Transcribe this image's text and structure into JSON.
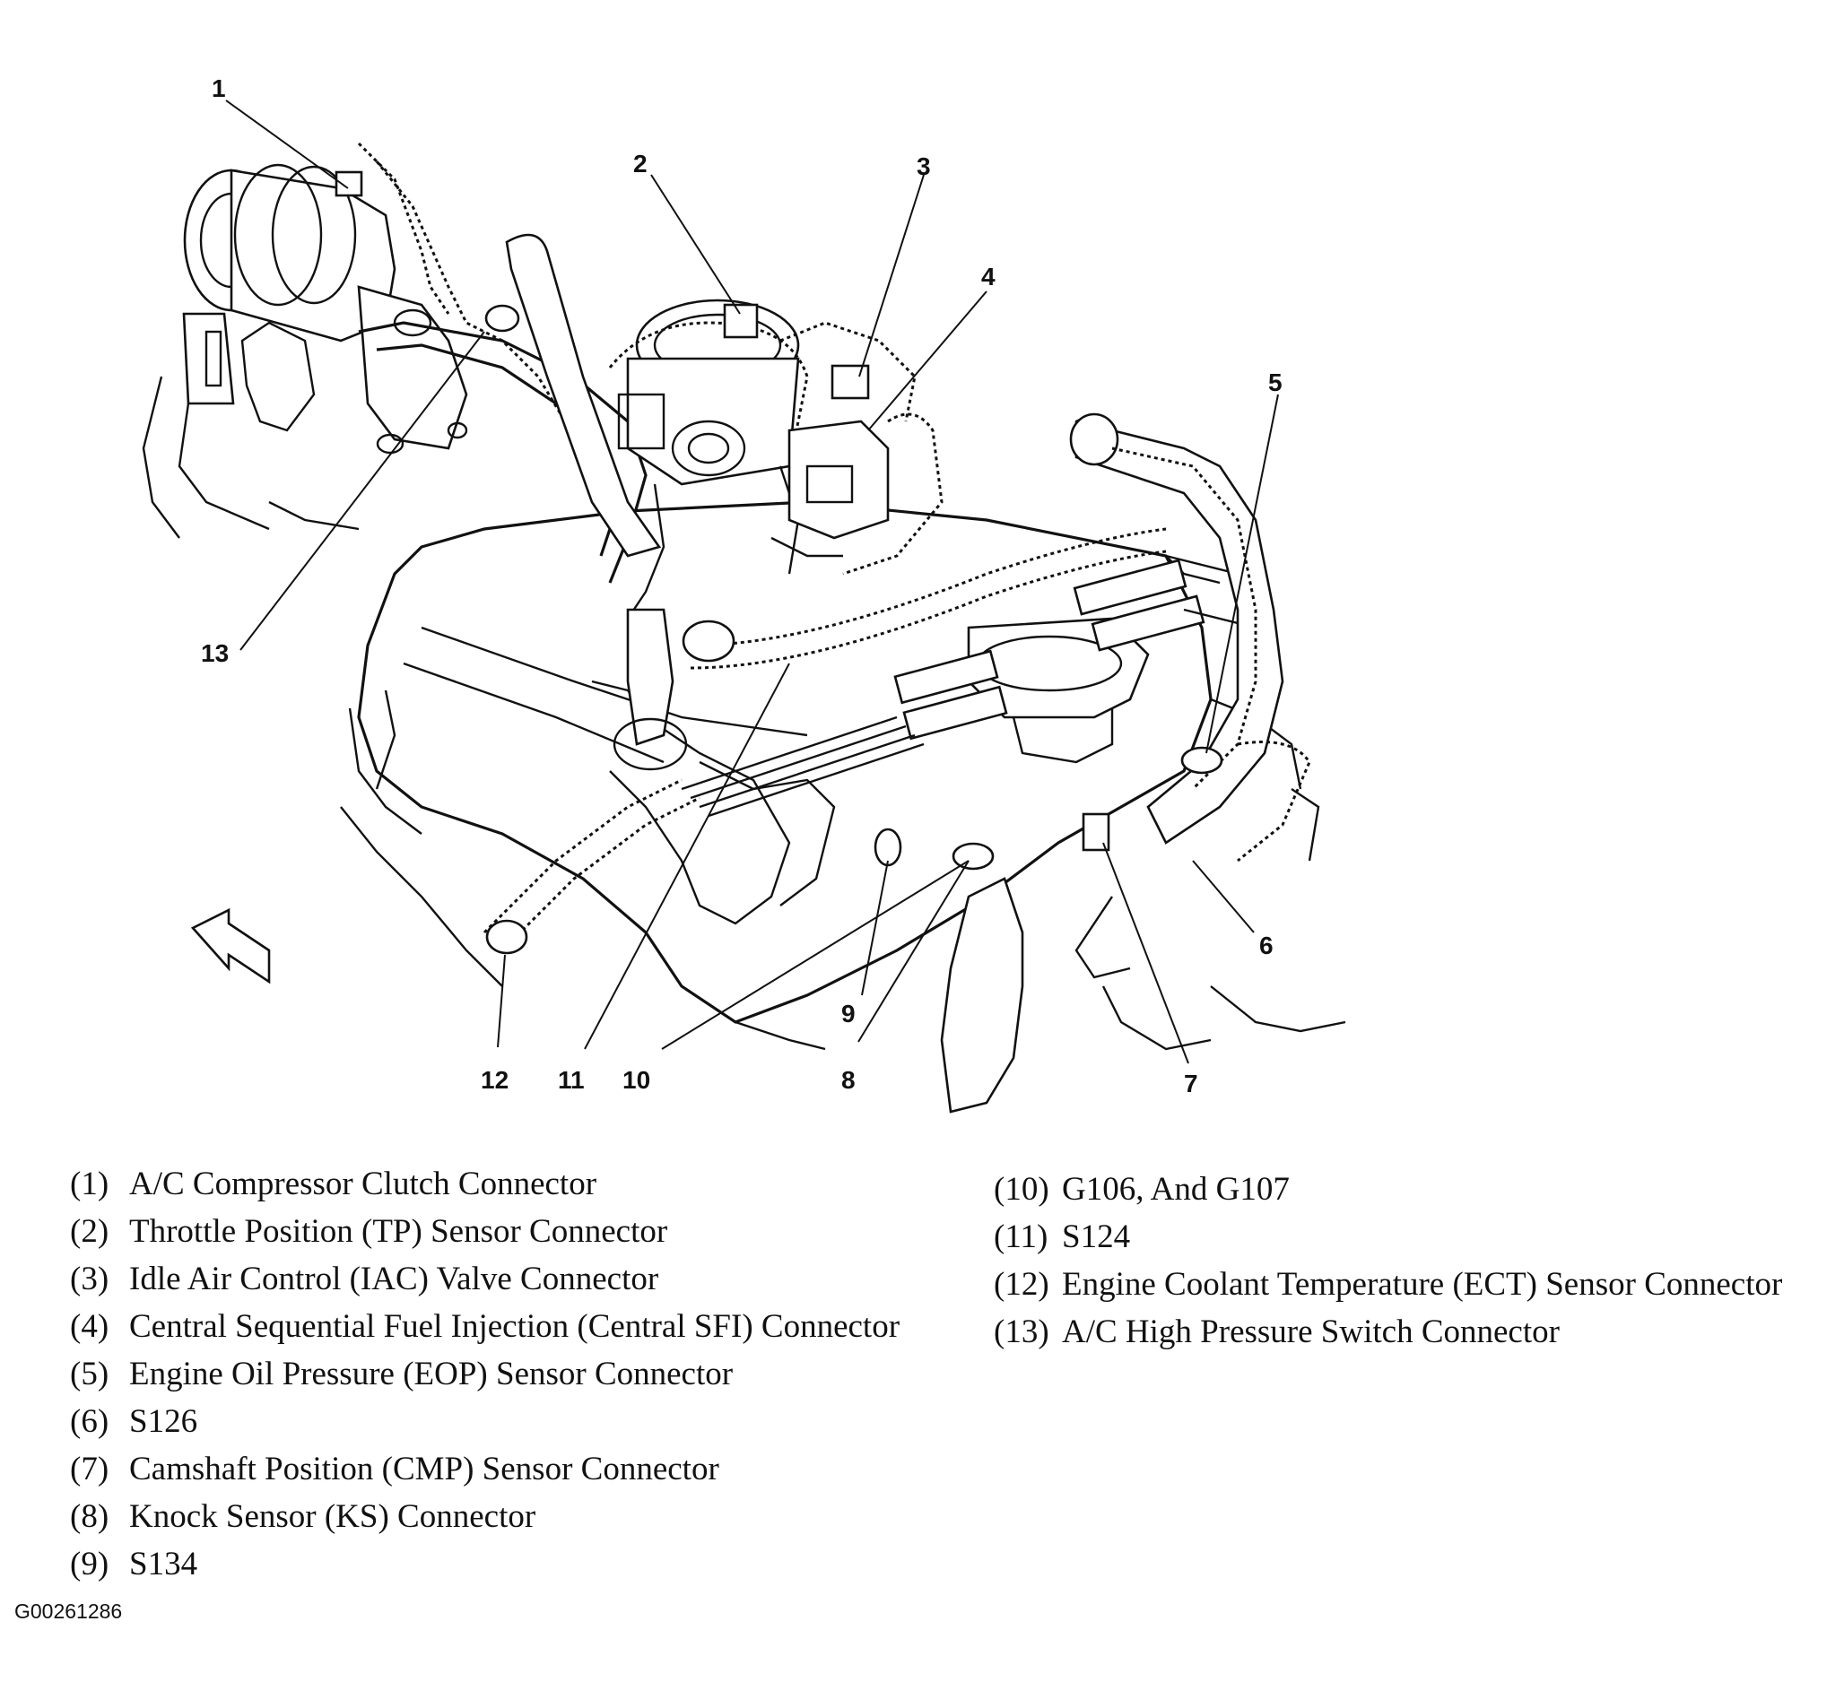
{
  "callouts": [
    "1",
    "2",
    "3",
    "4",
    "5",
    "6",
    "7",
    "8",
    "9",
    "10",
    "11",
    "12",
    "13"
  ],
  "legend_left": [
    {
      "num": "(1)",
      "text": "A/C Compressor Clutch Connector"
    },
    {
      "num": "(2)",
      "text": "Throttle Position (TP) Sensor Connector"
    },
    {
      "num": "(3)",
      "text": "Idle Air Control (IAC) Valve Connector"
    },
    {
      "num": "(4)",
      "text": "Central Sequential Fuel Injection (Central SFI) Connector"
    },
    {
      "num": "(5)",
      "text": "Engine Oil Pressure (EOP) Sensor Connector"
    },
    {
      "num": "(6)",
      "text": "S126"
    },
    {
      "num": "(7)",
      "text": "Camshaft Position (CMP) Sensor Connector"
    },
    {
      "num": "(8)",
      "text": "Knock Sensor (KS) Connector"
    },
    {
      "num": "(9)",
      "text": "S134"
    }
  ],
  "legend_right": [
    {
      "num": "(10)",
      "text": "G106, And G107"
    },
    {
      "num": "(11)",
      "text": "S124"
    },
    {
      "num": "(12)",
      "text": "Engine Coolant Temperature (ECT) Sensor Connector"
    },
    {
      "num": "(13)",
      "text": "A/C High Pressure Switch Connector"
    }
  ],
  "figure_id": "G00261286"
}
